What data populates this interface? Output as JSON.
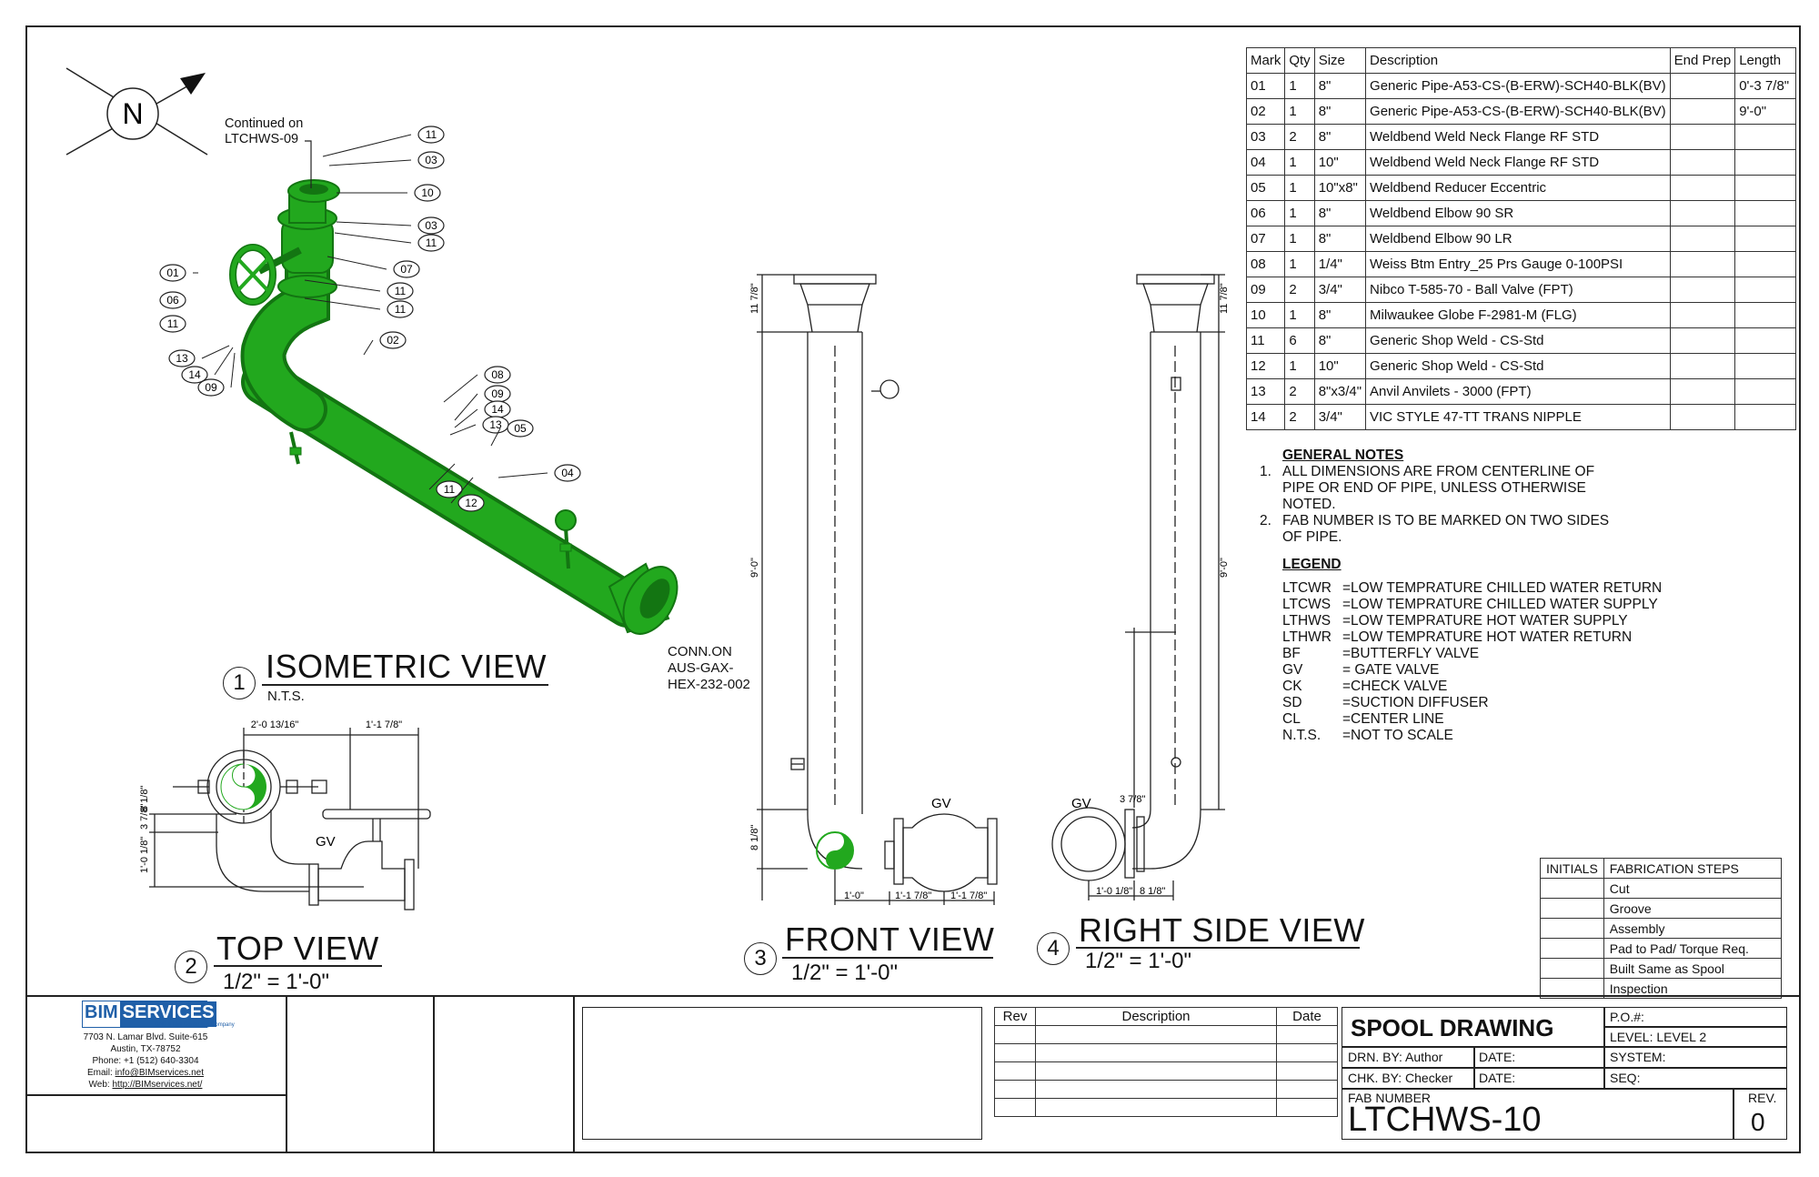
{
  "north": {
    "letter": "N"
  },
  "continued": {
    "line1": "Continued on",
    "line2": "LTCHWS-09"
  },
  "connection": {
    "line1": "CONN.ON",
    "line2": "AUS-GAX-",
    "line3": "HEX-232-002"
  },
  "iso_callouts": [
    "11",
    "03",
    "10",
    "03",
    "11",
    "07",
    "11",
    "11",
    "01",
    "06",
    "11",
    "13",
    "14",
    "09",
    "02",
    "08",
    "09",
    "14",
    "13",
    "05",
    "04",
    "11",
    "12"
  ],
  "views": {
    "iso": {
      "num": "1",
      "title": "ISOMETRIC VIEW",
      "scale": "N.T.S."
    },
    "top": {
      "num": "2",
      "title": "TOP VIEW",
      "scale": "1/2\" = 1'-0\""
    },
    "front": {
      "num": "3",
      "title": "FRONT VIEW",
      "scale": "1/2\" = 1'-0\""
    },
    "right": {
      "num": "4",
      "title": "RIGHT SIDE VIEW",
      "scale": "1/2\" = 1'-0\""
    }
  },
  "dims": {
    "top_a": "2'-0 13/16\"",
    "top_b": "1'-1 7/8\"",
    "top_c": "1'-0 1/8\"",
    "top_d": "3 7/8\"",
    "top_e": "8 1/8\"",
    "gv": "GV",
    "front_a": "11 7/8\"",
    "front_b": "9'-0\"",
    "front_c": "8 1/8\"",
    "front_d": "1'-0\"",
    "front_e": "1'-1 7/8\"",
    "front_f": "1'-1 7/8\"",
    "right_a": "11 7/8\"",
    "right_b": "9'-0\"",
    "right_c": "3 7/8\"",
    "right_d": "1'-0 1/8\"",
    "right_e": "8 1/8\""
  },
  "bom": {
    "headers": [
      "Mark",
      "Qty",
      "Size",
      "Description",
      "End Prep",
      "Length"
    ],
    "rows": [
      [
        "01",
        "1",
        "8\"",
        "Generic Pipe-A53-CS-(B-ERW)-SCH40-BLK(BV)",
        "",
        "0'-3 7/8\""
      ],
      [
        "02",
        "1",
        "8\"",
        "Generic Pipe-A53-CS-(B-ERW)-SCH40-BLK(BV)",
        "",
        "9'-0\""
      ],
      [
        "03",
        "2",
        "8\"",
        "Weldbend Weld Neck Flange RF STD",
        "",
        ""
      ],
      [
        "04",
        "1",
        "10\"",
        "Weldbend Weld Neck Flange RF STD",
        "",
        ""
      ],
      [
        "05",
        "1",
        "10\"x8\"",
        "Weldbend Reducer Eccentric",
        "",
        ""
      ],
      [
        "06",
        "1",
        "8\"",
        "Weldbend Elbow 90 SR",
        "",
        ""
      ],
      [
        "07",
        "1",
        "8\"",
        "Weldbend Elbow 90 LR",
        "",
        ""
      ],
      [
        "08",
        "1",
        "1/4\"",
        "Weiss Btm Entry_25 Prs Gauge 0-100PSI",
        "",
        ""
      ],
      [
        "09",
        "2",
        "3/4\"",
        "Nibco T-585-70 - Ball Valve (FPT)",
        "",
        ""
      ],
      [
        "10",
        "1",
        "8\"",
        "Milwaukee Globe F-2981-M (FLG)",
        "",
        ""
      ],
      [
        "11",
        "6",
        "8\"",
        "Generic Shop Weld - CS-Std",
        "",
        ""
      ],
      [
        "12",
        "1",
        "10\"",
        "Generic Shop Weld - CS-Std",
        "",
        ""
      ],
      [
        "13",
        "2",
        "8\"x3/4\"",
        "Anvil Anvilets - 3000 (FPT)",
        "",
        ""
      ],
      [
        "14",
        "2",
        "3/4\"",
        "VIC STYLE 47-TT TRANS NIPPLE",
        "",
        ""
      ]
    ]
  },
  "notes": {
    "title": "GENERAL NOTES",
    "items": [
      {
        "num": "1.",
        "lines": [
          "ALL DIMENSIONS ARE FROM CENTERLINE OF",
          "PIPE OR END OF PIPE, UNLESS OTHERWISE",
          "NOTED."
        ]
      },
      {
        "num": "2.",
        "lines": [
          "FAB NUMBER IS TO BE MARKED ON TWO SIDES",
          "OF PIPE."
        ]
      }
    ]
  },
  "legend": {
    "title": "LEGEND",
    "items": [
      [
        "LTCWR",
        "=LOW TEMPRATURE CHILLED WATER RETURN"
      ],
      [
        "LTCWS",
        "=LOW TEMPRATURE CHILLED WATER SUPPLY"
      ],
      [
        "LTHWS",
        "=LOW TEMPRATURE HOT WATER SUPPLY"
      ],
      [
        "LTHWR",
        "=LOW TEMPRATURE HOT WATER RETURN"
      ],
      [
        "BF",
        "=BUTTERFLY VALVE"
      ],
      [
        "GV",
        "= GATE VALVE"
      ],
      [
        "CK",
        "=CHECK VALVE"
      ],
      [
        "SD",
        "=SUCTION DIFFUSER"
      ],
      [
        "CL",
        "=CENTER LINE"
      ],
      [
        "N.T.S.",
        "=NOT TO SCALE"
      ]
    ]
  },
  "fabrication": {
    "headers": [
      "INITIALS",
      "FABRICATION STEPS"
    ],
    "steps": [
      "Cut",
      "Groove",
      "Assembly",
      "Pad to Pad/ Torque Req.",
      "Built Same as Spool",
      "Inspection"
    ]
  },
  "company": {
    "logo_left": "BIM",
    "logo_right": "SERVICES",
    "tagline": "CAD & Bim Consulting Company",
    "address1": "7703 N. Lamar Blvd. Suite-615",
    "address2": "Austin, TX-78752",
    "phone": "Phone: +1 (512) 640-3304",
    "email_label": "Email:",
    "email": "info@BIMservices.net",
    "web_label": "Web:",
    "web": "http://BIMservices.net/"
  },
  "revisions": {
    "headers": [
      "Rev",
      "Description",
      "Date"
    ]
  },
  "title_block": {
    "drawing_type": "SPOOL DRAWING",
    "po_label": "P.O.#:",
    "level": "LEVEL: LEVEL 2",
    "drn_by": "DRN. BY:  Author",
    "date1": "DATE:",
    "system": "SYSTEM:",
    "chk_by": "CHK. BY:  Checker",
    "date2": "DATE:",
    "seq": "SEQ:",
    "fab_label": "FAB NUMBER",
    "fab_number": "LTCHWS-10",
    "rev_label": "REV.",
    "rev_value": "0"
  },
  "colors": {
    "pipe": "#22a81e",
    "pipe_dark": "#137512",
    "line": "#222222",
    "logo_blue": "#1f5fa8"
  }
}
